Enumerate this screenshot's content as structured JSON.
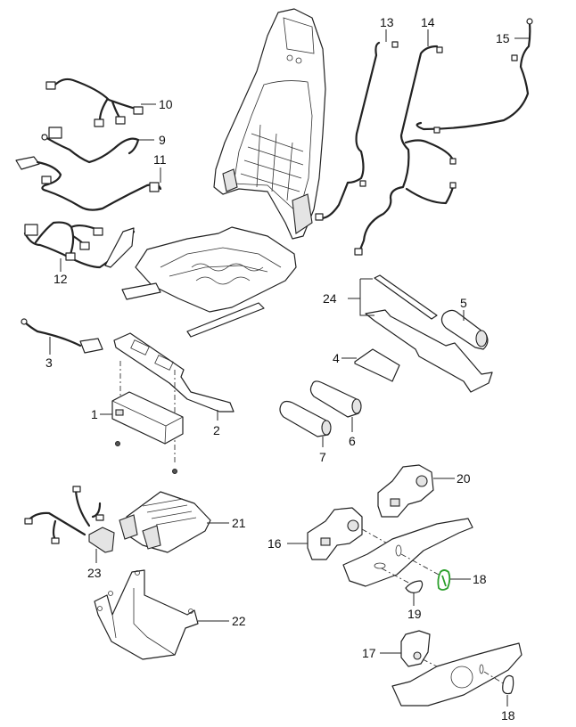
{
  "diagram": {
    "title": "Seat frame, wiring harnesses and control units - exploded parts view",
    "highlight_color": "#2ca02c",
    "callouts": [
      {
        "id": "c1",
        "label": "1",
        "part": "control-unit"
      },
      {
        "id": "c2",
        "label": "2",
        "part": "mounting-bracket"
      },
      {
        "id": "c3",
        "label": "3",
        "part": "wiring-lead"
      },
      {
        "id": "c4",
        "label": "4",
        "part": "cover-plate"
      },
      {
        "id": "c5",
        "label": "5",
        "part": "motor"
      },
      {
        "id": "c6",
        "label": "6",
        "part": "motor"
      },
      {
        "id": "c7",
        "label": "7",
        "part": "motor"
      },
      {
        "id": "c9",
        "label": "9",
        "part": "wiring-harness"
      },
      {
        "id": "c10",
        "label": "10",
        "part": "wiring-harness"
      },
      {
        "id": "c11",
        "label": "11",
        "part": "wiring-harness"
      },
      {
        "id": "c12",
        "label": "12",
        "part": "wiring-harness"
      },
      {
        "id": "c13",
        "label": "13",
        "part": "wiring-harness"
      },
      {
        "id": "c14",
        "label": "14",
        "part": "wiring-harness"
      },
      {
        "id": "c15",
        "label": "15",
        "part": "wiring-harness"
      },
      {
        "id": "c16",
        "label": "16",
        "part": "switch-unit"
      },
      {
        "id": "c17",
        "label": "17",
        "part": "switch-unit"
      },
      {
        "id": "c18a",
        "label": "18",
        "part": "switch-knob",
        "highlighted": true
      },
      {
        "id": "c18b",
        "label": "18",
        "part": "switch-knob"
      },
      {
        "id": "c19",
        "label": "19",
        "part": "switch-knob"
      },
      {
        "id": "c20",
        "label": "20",
        "part": "switch-unit"
      },
      {
        "id": "c21",
        "label": "21",
        "part": "control-unit"
      },
      {
        "id": "c22",
        "label": "22",
        "part": "bracket"
      },
      {
        "id": "c23",
        "label": "23",
        "part": "wiring-harness"
      },
      {
        "id": "c24",
        "label": "24",
        "part": "drive-shaft-set"
      }
    ]
  }
}
